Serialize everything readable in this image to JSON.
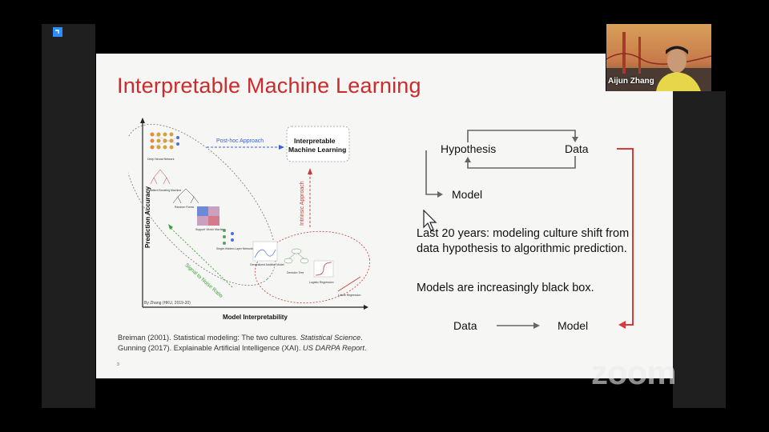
{
  "window": {
    "app_icon": "zoom-share-icon",
    "logo_text": "zoom",
    "colors": {
      "background": "#000000",
      "side_panel": "#1f1f1f",
      "slide_bg": "#f6f6f4",
      "title_red": "#cc2b2b",
      "arrow_red": "#d63a3a"
    }
  },
  "participant": {
    "name": "Aijun Zhang"
  },
  "slide": {
    "title": "Interpretable Machine Learning",
    "page_number": "3",
    "figure": {
      "x_axis_label": "Model Interpretability",
      "y_axis_label": "Prediction Accuracy",
      "box_label_line1": "Interpretable",
      "box_label_line2": "Machine Learning",
      "posthoc_label": "Post-hoc Approach",
      "intrinsic_label": "Intrinsic Approach",
      "tradeoff_label": "Signal to Noise Ratio",
      "credit": "By Zhang (HKU, 2019-20)",
      "models": [
        "Deep Neural Network",
        "Gradient Boosting Machine",
        "Random Forest",
        "Support Vector Machine",
        "Single-Hidden-Layer Network",
        "Generalized Additive Model",
        "Decision Tree",
        "Logistic Regression",
        "Linear Regression"
      ]
    },
    "references": [
      {
        "text": "Breiman (2001). Statistical modeling: The two cultures. ",
        "italic": "Statistical Science",
        "end": "."
      },
      {
        "text": "Gunning (2017). Explainable Artificial Intelligence (XAI). ",
        "italic": "US DARPA Report",
        "end": "."
      }
    ],
    "diagram": {
      "hypothesis": "Hypothesis",
      "data": "Data",
      "model": "Model",
      "bottom_data": "Data",
      "bottom_model": "Model"
    },
    "paragraph1": "Last 20 years: modeling culture shift from data hypothesis to algorithmic prediction.",
    "paragraph2": "Models are increasingly black box."
  }
}
